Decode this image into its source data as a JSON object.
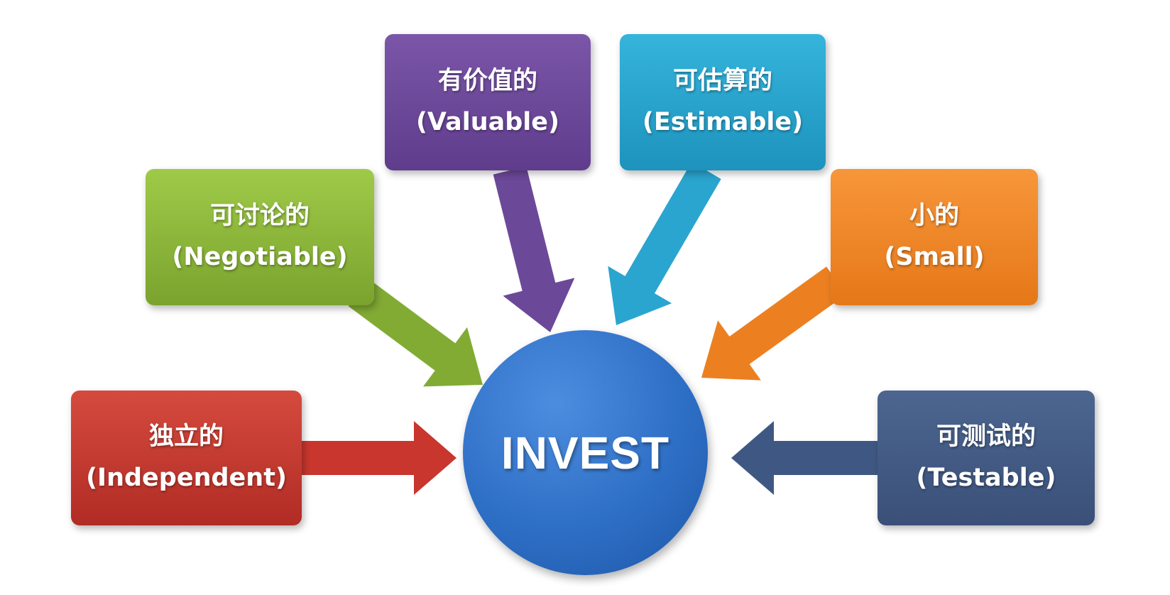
{
  "center": {
    "label": "INVEST",
    "color": "#3474c8"
  },
  "items": [
    {
      "key": "independent",
      "zh": "独立的",
      "en": "(Independent)",
      "color_top": "#d54a3e",
      "color_bottom": "#b12c25",
      "arrow_color": "#c8362e"
    },
    {
      "key": "negotiable",
      "zh": "可讨论的",
      "en": "(Negotiable)",
      "color_top": "#9fca48",
      "color_bottom": "#7aa32e",
      "arrow_color": "#82ab34"
    },
    {
      "key": "valuable",
      "zh": "有价值的",
      "en": "(Valuable)",
      "color_top": "#7b56a8",
      "color_bottom": "#5f3c8c",
      "arrow_color": "#6c4899"
    },
    {
      "key": "estimable",
      "zh": "可估算的",
      "en": "(Estimable)",
      "color_top": "#35b4dc",
      "color_bottom": "#1d93bd",
      "arrow_color": "#2aa5cf"
    },
    {
      "key": "small",
      "zh": "小的",
      "en": "(Small)",
      "color_top": "#f7963a",
      "color_bottom": "#e57818",
      "arrow_color": "#ec8020"
    },
    {
      "key": "testable",
      "zh": "可测试的",
      "en": "(Testable)",
      "color_top": "#4c6690",
      "color_bottom": "#3a5079",
      "arrow_color": "#3f5883"
    }
  ]
}
